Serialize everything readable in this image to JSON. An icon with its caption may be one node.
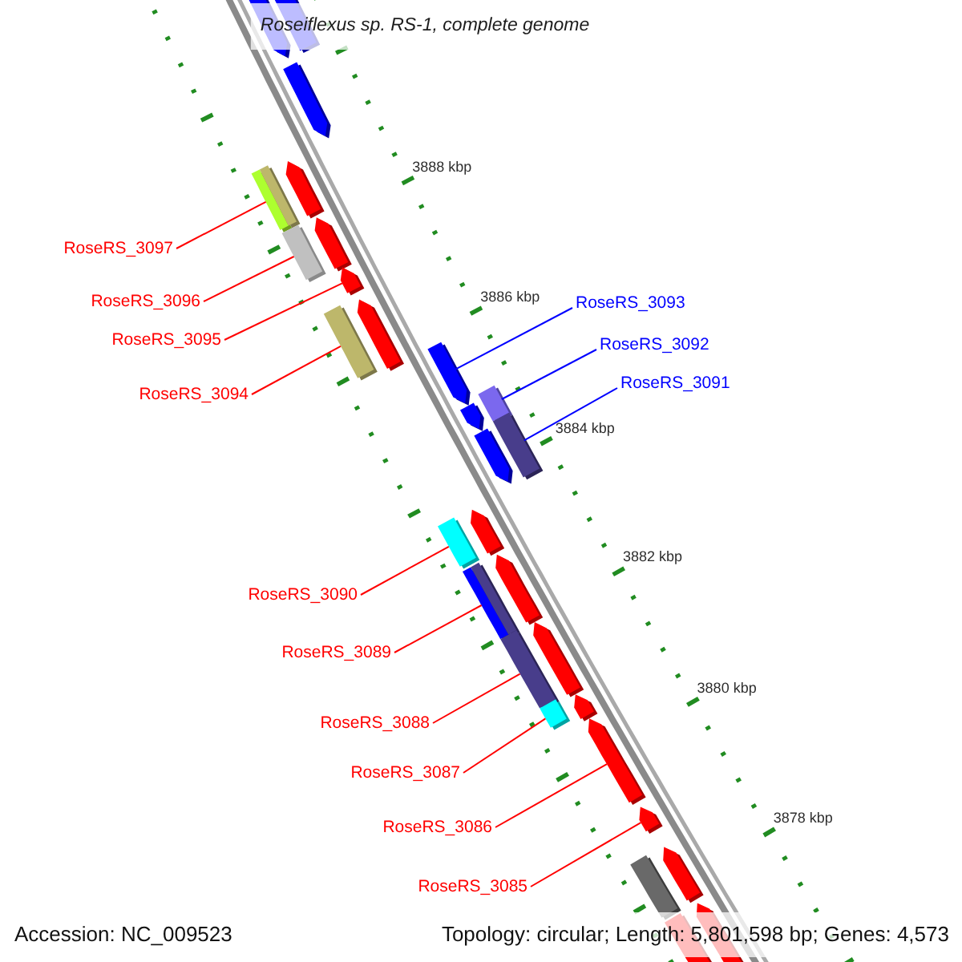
{
  "diagram": {
    "title": "Roseiflexus sp. RS-1, complete genome",
    "nodes": [
      {
        "text": [
          "RoseRS_3097"
        ]
      },
      {
        "text": [
          "RoseRS_3096"
        ]
      },
      {
        "text": [
          "RoseRS_3093"
        ]
      },
      {
        "text": [
          "RoseRS_3095"
        ]
      },
      {
        "text": [
          "RoseRS_3092"
        ]
      },
      {
        "text": [
          "RoseRS_3091"
        ]
      },
      {
        "text": [
          "RoseRS_3094"
        ]
      },
      {
        "text": [
          "RoseRS_3090"
        ]
      },
      {
        "text": [
          "RoseRS_3089"
        ]
      },
      {
        "text": [
          "RoseRS_3088"
        ]
      },
      {
        "text": [
          "RoseRS_3087"
        ]
      },
      {
        "text": [
          "RoseRS_3086"
        ]
      },
      {
        "text": [
          "RoseRS_3085"
        ]
      },
      {
        "text": [],
        "shape": "pentagon"
      },
      {
        "text": [],
        "shape": "box"
      },
      {
        "text": [],
        "shape": "pentagon"
      },
      {
        "text": [],
        "shape": "box"
      },
      {
        "text": [],
        "shape": "pentagon"
      },
      {
        "text": [],
        "shape": "box"
      },
      {
        "text": [],
        "shape": "pentagon"
      },
      {
        "text": [],
        "shape": "pentagon"
      },
      {
        "text": [],
        "shape": "box"
      },
      {
        "text": [],
        "shape": "pentagon"
      },
      {
        "text": [],
        "shape": "pentagon"
      },
      {
        "text": [],
        "shape": "box"
      },
      {
        "text": [],
        "shape": "pentagon"
      },
      {
        "text": [],
        "shape": "box"
      },
      {
        "text": [],
        "shape": "pentagon"
      },
      {
        "text": [],
        "shape": "box"
      },
      {
        "text": [],
        "shape": "pentagon"
      },
      {
        "text": [],
        "shape": "box"
      },
      {
        "text": [],
        "shape": "pentagon"
      },
      {
        "text": [],
        "shape": "box"
      },
      {
        "text": [],
        "shape": "pentagon"
      },
      {
        "text": [],
        "shape": "box"
      },
      {
        "text": [],
        "shape": "pentagon"
      },
      {
        "text": [],
        "shape": "pentagon"
      },
      {
        "text": [],
        "shape": "pentagon"
      },
      {
        "text": [],
        "shape": "box"
      },
      {
        "text": [],
        "shape": "pentagon"
      },
      {
        "text": [],
        "shape": "box"
      },
      {
        "text": [],
        "shape": "pentagon"
      }
    ],
    "edges": [
      {
        "from": 0,
        "to": 16,
        "arrow": "none"
      },
      {
        "from": 1,
        "to": 18,
        "arrow": "none"
      },
      {
        "from": 2,
        "to": 23,
        "arrow": "none",
        "color": "#0000ff"
      },
      {
        "from": 3,
        "to": 20,
        "arrow": "none"
      },
      {
        "from": 4,
        "to": 24,
        "arrow": "none",
        "color": "#0000ff"
      },
      {
        "from": 5,
        "to": 26,
        "arrow": "none",
        "color": "#0000ff"
      },
      {
        "from": 6,
        "to": 21,
        "arrow": "none"
      },
      {
        "from": 7,
        "to": 28,
        "arrow": "none"
      },
      {
        "from": 8,
        "to": 30,
        "arrow": "none"
      },
      {
        "from": 9,
        "to": 32,
        "arrow": "none"
      },
      {
        "from": 10,
        "to": 34,
        "arrow": "none"
      },
      {
        "from": 11,
        "to": 36,
        "arrow": "none"
      },
      {
        "from": 12,
        "to": 37,
        "arrow": "none"
      }
    ],
    "labels": [
      "3888 kbp",
      "3886 kbp",
      "3884 kbp",
      "3882 kbp",
      "3880 kbp",
      "3878 kbp",
      "Accession: NC_009523",
      "Topology: circular; Length: 5,801,598 bp; Genes: 4,573"
    ]
  }
}
